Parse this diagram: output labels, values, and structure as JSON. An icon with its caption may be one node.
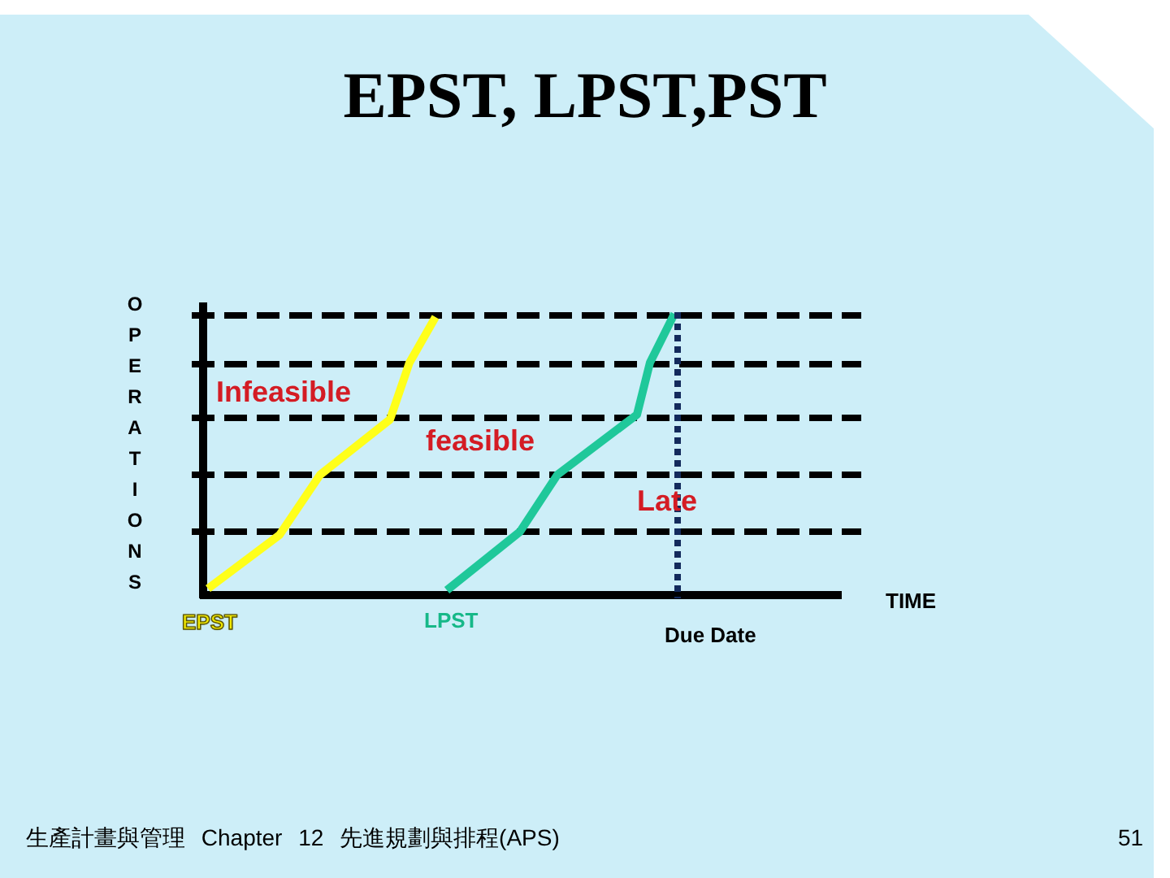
{
  "diagram": {
    "title": "EPST, LPST,PST",
    "labels": [
      "OPERATIONS",
      "Infeasible",
      "feasible",
      "Late",
      "TIME",
      "EPST",
      "LPST",
      "Due Date",
      "生產計畫與管理 Chapter 12 先進規劃與排程(APS)",
      "51"
    ]
  }
}
